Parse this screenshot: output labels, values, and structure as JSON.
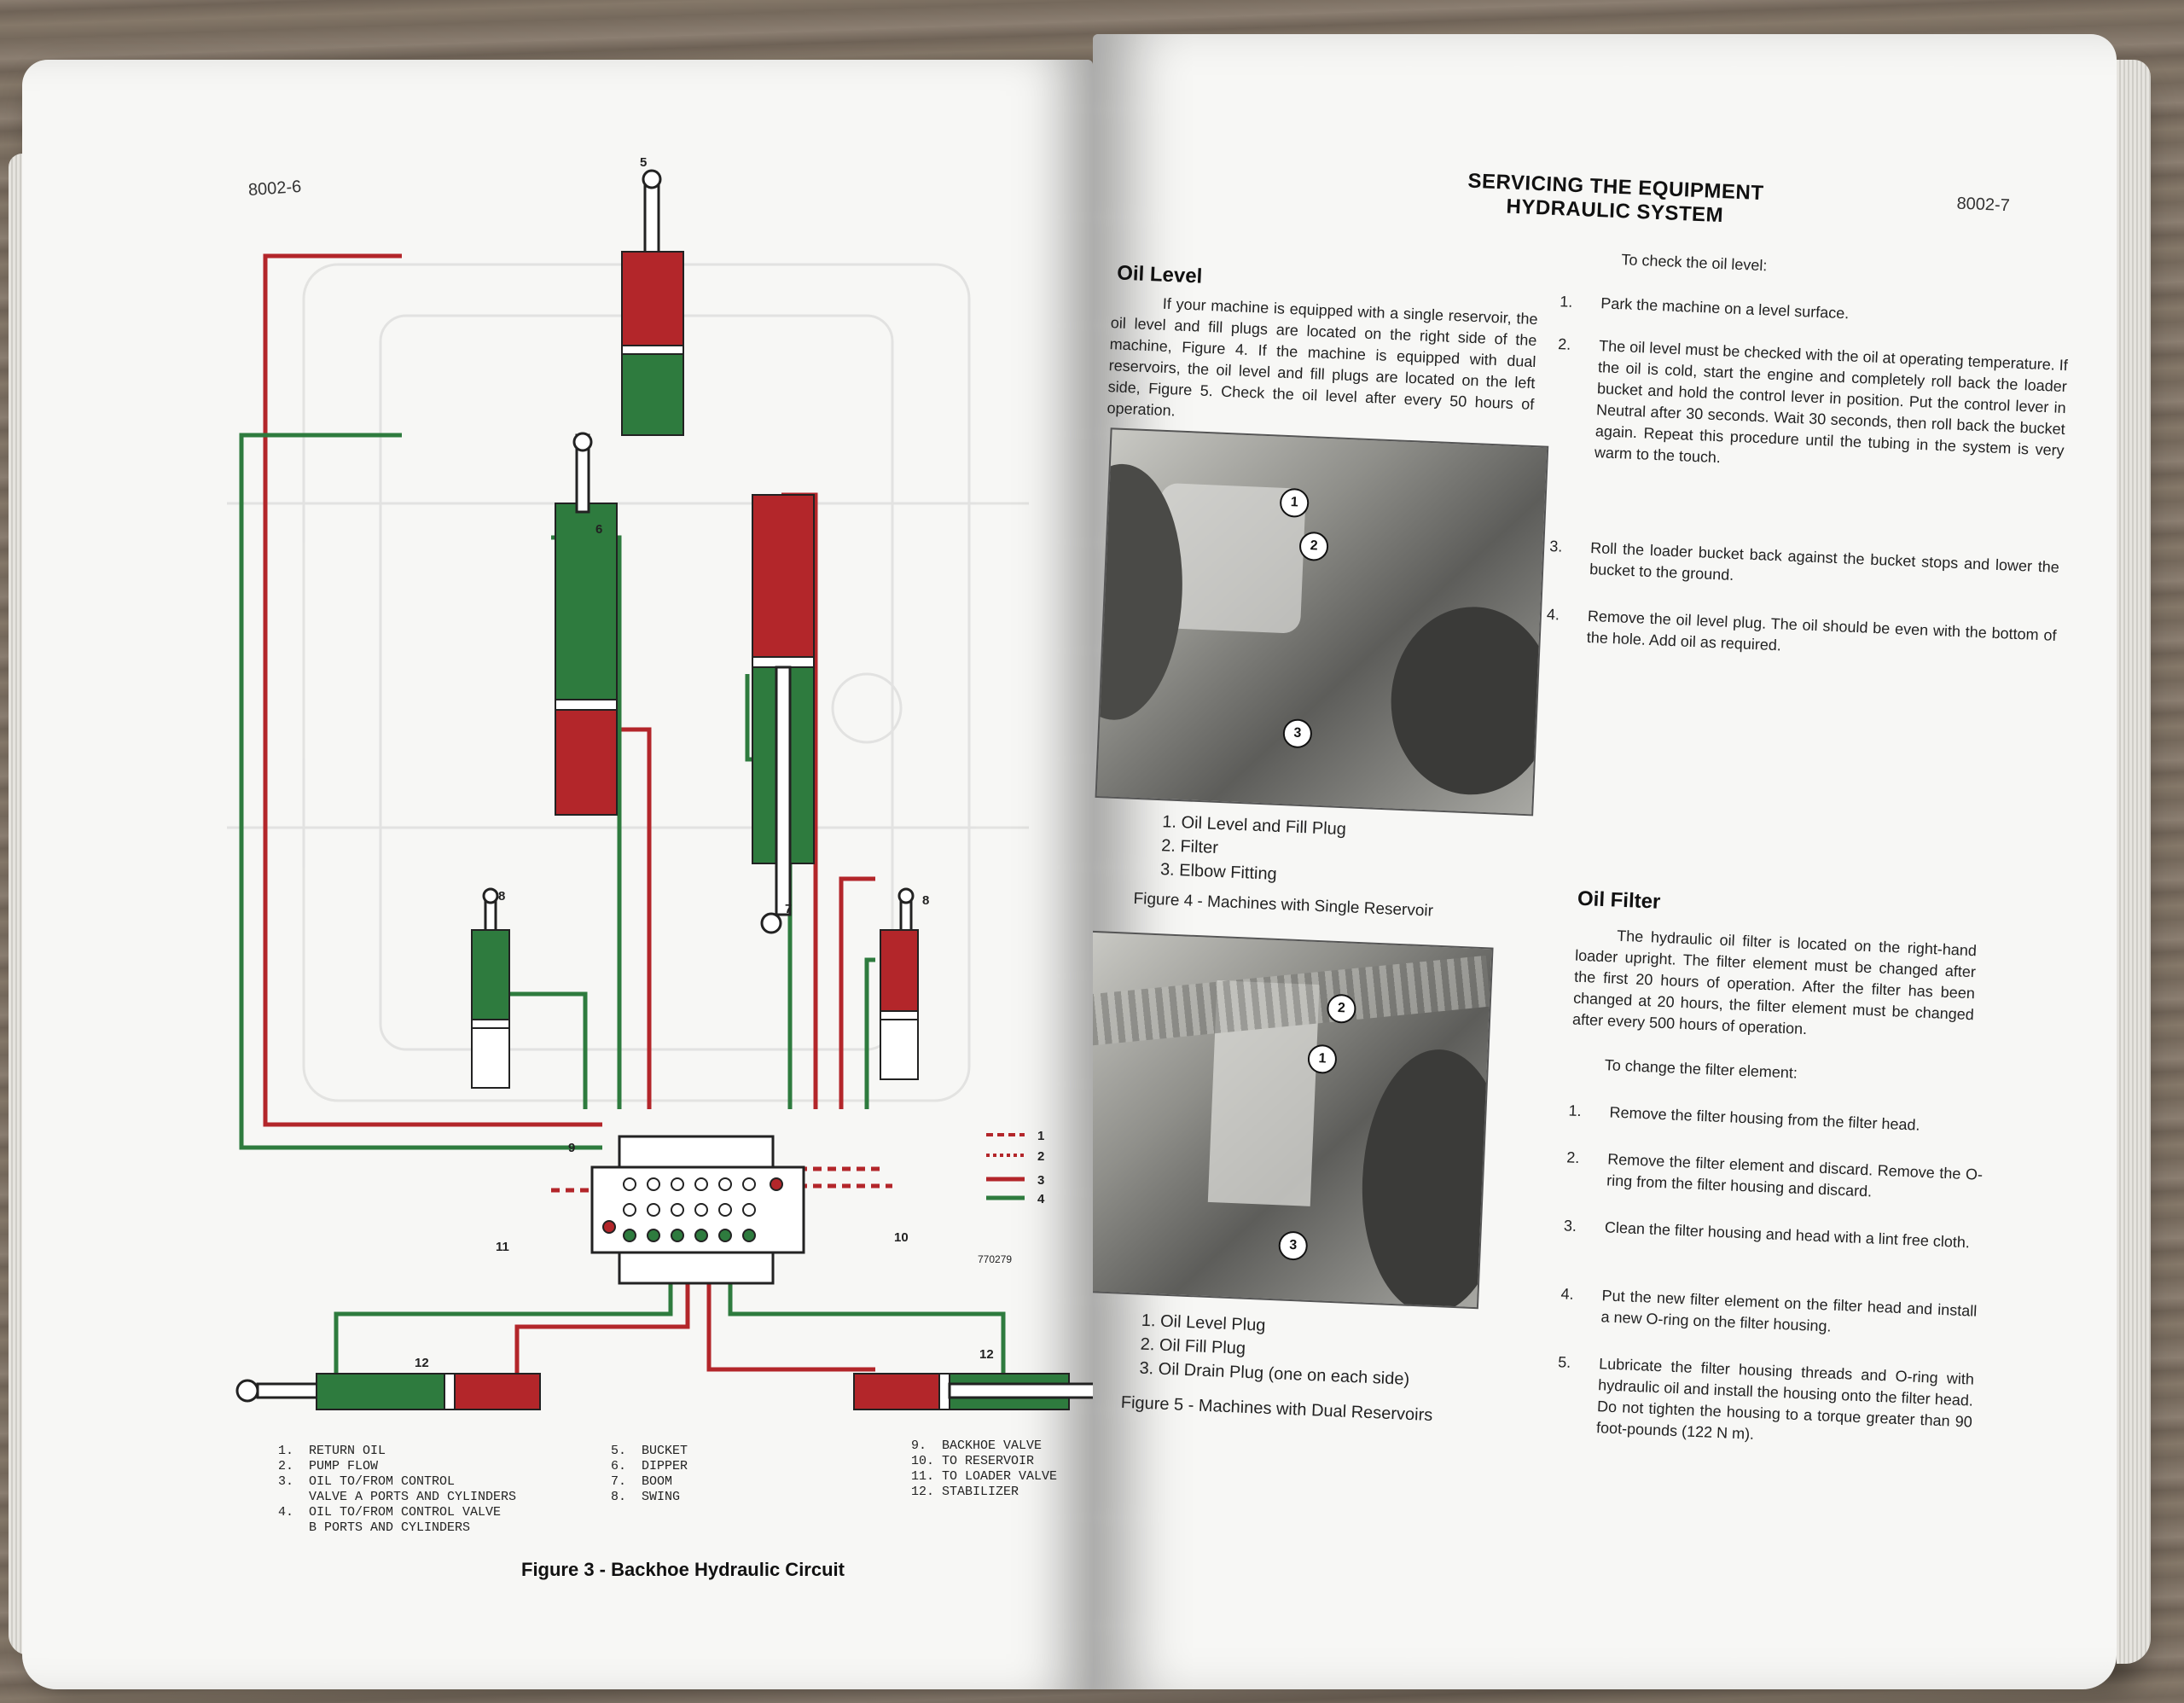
{
  "left_page": {
    "page_number": "8002-6",
    "figure_caption": "Figure 3 - Backhoe Hydraulic Circuit",
    "diagram_code": "770279",
    "component_numbers": [
      "5",
      "6",
      "7",
      "8",
      "8",
      "9",
      "10",
      "11",
      "12",
      "12"
    ],
    "line_legend": [
      "1",
      "2",
      "3",
      "4"
    ],
    "legend_col1": [
      "1.  RETURN OIL",
      "2.  PUMP FLOW",
      "3.  OIL TO/FROM CONTROL",
      "    VALVE A PORTS AND CYLINDERS",
      "4.  OIL TO/FROM CONTROL VALVE",
      "    B PORTS AND CYLINDERS"
    ],
    "legend_col2": [
      "5.  BUCKET",
      "6.  DIPPER",
      "7.  BOOM",
      "8.  SWING"
    ],
    "legend_col3": [
      "9.  BACKHOE VALVE",
      "10. TO RESERVOIR",
      "11. TO LOADER VALVE",
      "12. STABILIZER"
    ],
    "colors": {
      "red": "#b3262a",
      "green": "#2e7b3e"
    }
  },
  "right_page": {
    "page_number": "8002-7",
    "heading_line1": "SERVICING THE EQUIPMENT",
    "heading_line2": "HYDRAULIC SYSTEM",
    "oil_level": {
      "title": "Oil Level",
      "paragraph": "If your machine is equipped with a single reservoir, the oil level and fill plugs are located on the right side of the machine, Figure 4. If the machine is equipped with dual reservoirs, the oil level and fill plugs are located on the left side, Figure 5. Check the oil level after every 50 hours of operation."
    },
    "check_intro": "To check the oil level:",
    "check_steps": [
      {
        "n": "1.",
        "text": "Park the machine on a level surface."
      },
      {
        "n": "2.",
        "text": "The oil level must be checked with the oil at operating temperature. If the oil is cold, start the engine and completely roll back the loader bucket and hold the control lever in position. Put the control lever in Neutral after 30 seconds. Wait 30 seconds, then roll back the bucket again. Repeat this procedure until the tubing in the system is very warm to the touch."
      },
      {
        "n": "3.",
        "text": "Roll the loader bucket back against the bucket stops and lower the bucket to the ground."
      },
      {
        "n": "4.",
        "text": "Remove the oil level plug. The oil should be even with the bottom of the hole. Add oil as required."
      }
    ],
    "fig4": {
      "items": [
        "1. Oil Level and Fill Plug",
        "2. Filter",
        "3. Elbow Fitting"
      ],
      "caption": "Figure 4 - Machines with Single Reservoir",
      "callouts": [
        "1",
        "2",
        "3"
      ]
    },
    "fig5": {
      "items": [
        "1. Oil Level Plug",
        "2. Oil Fill Plug",
        "3. Oil Drain Plug (one on each side)"
      ],
      "caption": "Figure 5 - Machines with Dual Reservoirs",
      "callouts": [
        "1",
        "2",
        "3"
      ]
    },
    "oil_filter": {
      "title": "Oil Filter",
      "paragraph": "The hydraulic oil filter is located on the right-hand loader upright. The filter element must be changed after the first 20 hours of operation. After the filter has been changed at 20 hours, the filter element must be changed after every 500 hours of operation.",
      "intro": "To change the filter element:",
      "steps": [
        {
          "n": "1.",
          "text": "Remove the filter housing from the filter head."
        },
        {
          "n": "2.",
          "text": "Remove the filter element and discard. Remove the O-ring from the filter housing and discard."
        },
        {
          "n": "3.",
          "text": "Clean the filter housing and head with a lint free cloth."
        },
        {
          "n": "4.",
          "text": "Put the new filter element on the filter head and install a new O-ring on the filter housing."
        },
        {
          "n": "5.",
          "text": "Lubricate the filter housing threads and O-ring with hydraulic oil and install the housing onto the filter head. Do not tighten the housing to a torque greater than 90 foot-pounds (122 N m)."
        }
      ]
    }
  }
}
